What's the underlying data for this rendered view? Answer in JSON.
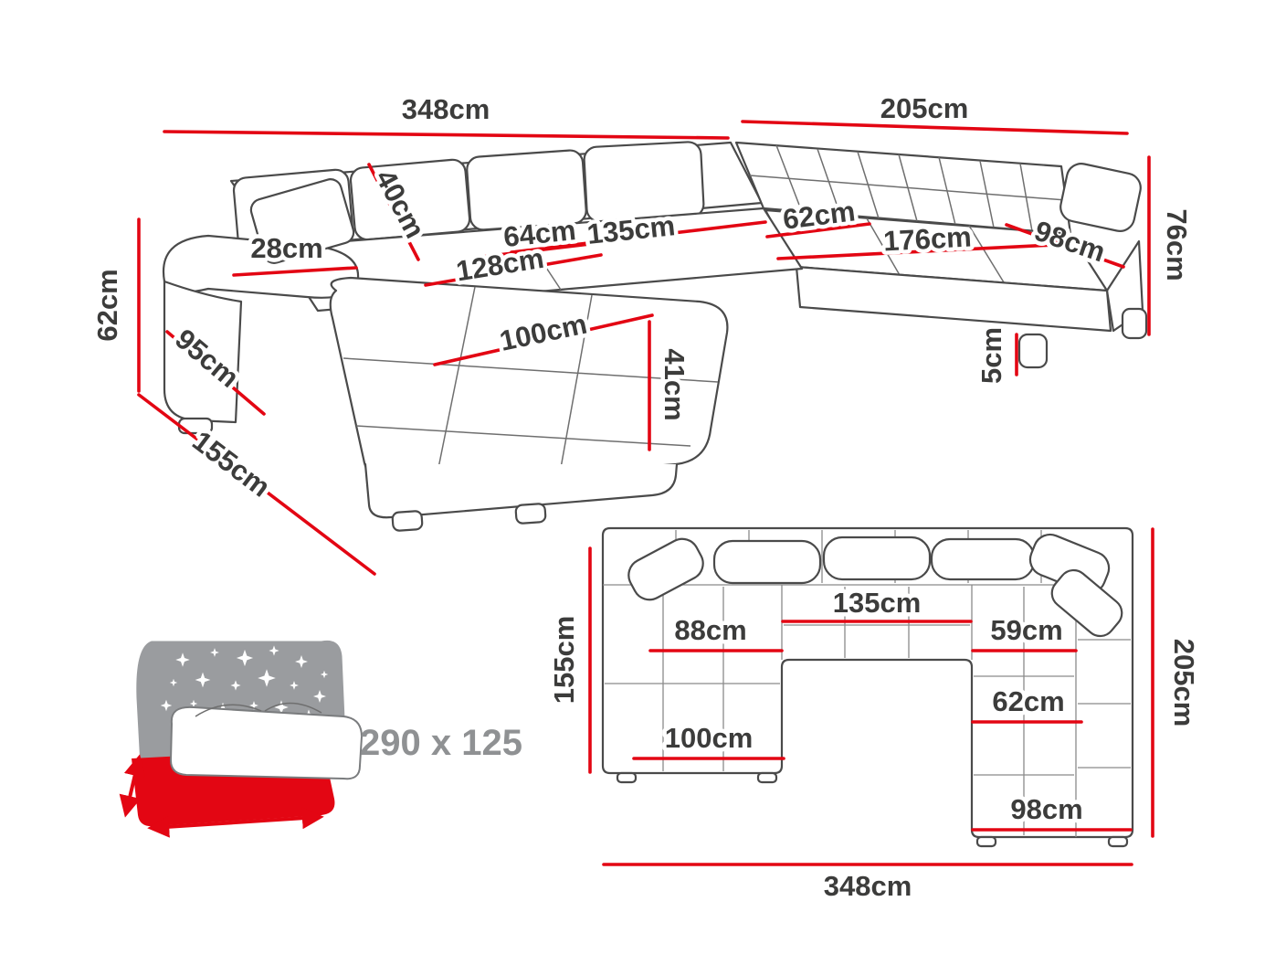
{
  "title": "Corner sofa dimensions diagram",
  "colors": {
    "dimension_red": "#e30613",
    "outline_gray": "#4a4a4a",
    "bed_icon_gray": "#9a9c9f",
    "label_dark": "#3c3c3b",
    "bed_label_gray": "#8f9193"
  },
  "perspective": {
    "back_width": "348cm",
    "right_back_width": "205cm",
    "back_height": "76cm",
    "armrest_height": "62cm",
    "chaise_total_depth": "155cm",
    "armrest_side_length": "95cm",
    "armrest_width": "28cm",
    "backrest_depth": "40cm",
    "seat_depth_left": "64cm",
    "middle_seat_width": "135cm",
    "chaise_length": "128cm",
    "right_seat_depth": "62cm",
    "right_seat_length": "176cm",
    "right_end_width": "98cm",
    "chaise_width": "100cm",
    "seat_height": "41cm",
    "leg_height": "5cm"
  },
  "top_view": {
    "left_side_depth": "155cm",
    "right_side_depth": "205cm",
    "total_width": "348cm",
    "left_seat_width": "88cm",
    "middle_seat_width": "135cm",
    "right_seat_width_top": "59cm",
    "chaise_width": "100cm",
    "right_seat_width": "62cm",
    "right_end_width": "98cm"
  },
  "sleeping_area": {
    "size": "290 x 125"
  }
}
